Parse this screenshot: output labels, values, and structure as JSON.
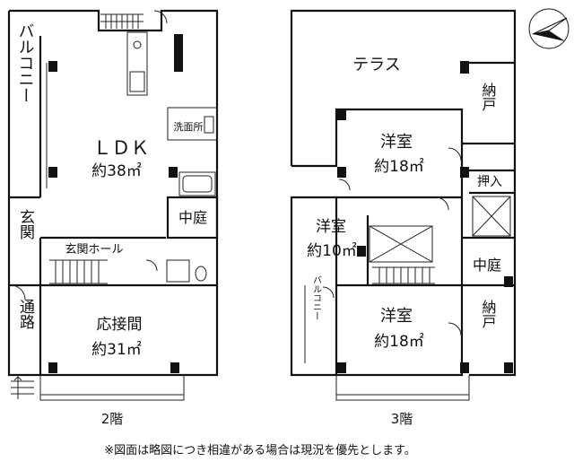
{
  "floor2": {
    "caption": "2階",
    "balcony": "バルコニー",
    "ldk_name": "ＬＤＫ",
    "ldk_area": "約38㎡",
    "washroom": "洗面所",
    "courtyard": "中庭",
    "entrance": "玄関",
    "entrance_hall": "玄関ホール",
    "passage": "通路",
    "reception_name": "応接間",
    "reception_area": "約31㎡"
  },
  "floor3": {
    "caption": "3階",
    "terrace": "テラス",
    "storage_top": "納戸",
    "room_a_name": "洋室",
    "room_a_area": "約18㎡",
    "closet": "押入",
    "room_b_name": "洋室",
    "room_b_area": "約10㎡",
    "courtyard": "中庭",
    "balcony": "バルコニー",
    "room_c_name": "洋室",
    "room_c_area": "約18㎡",
    "storage_bottom": "納戸"
  },
  "footnote": "※図面は略図につき相違がある場合は現況を優先とします。",
  "compass_icon": "north-arrow-icon"
}
